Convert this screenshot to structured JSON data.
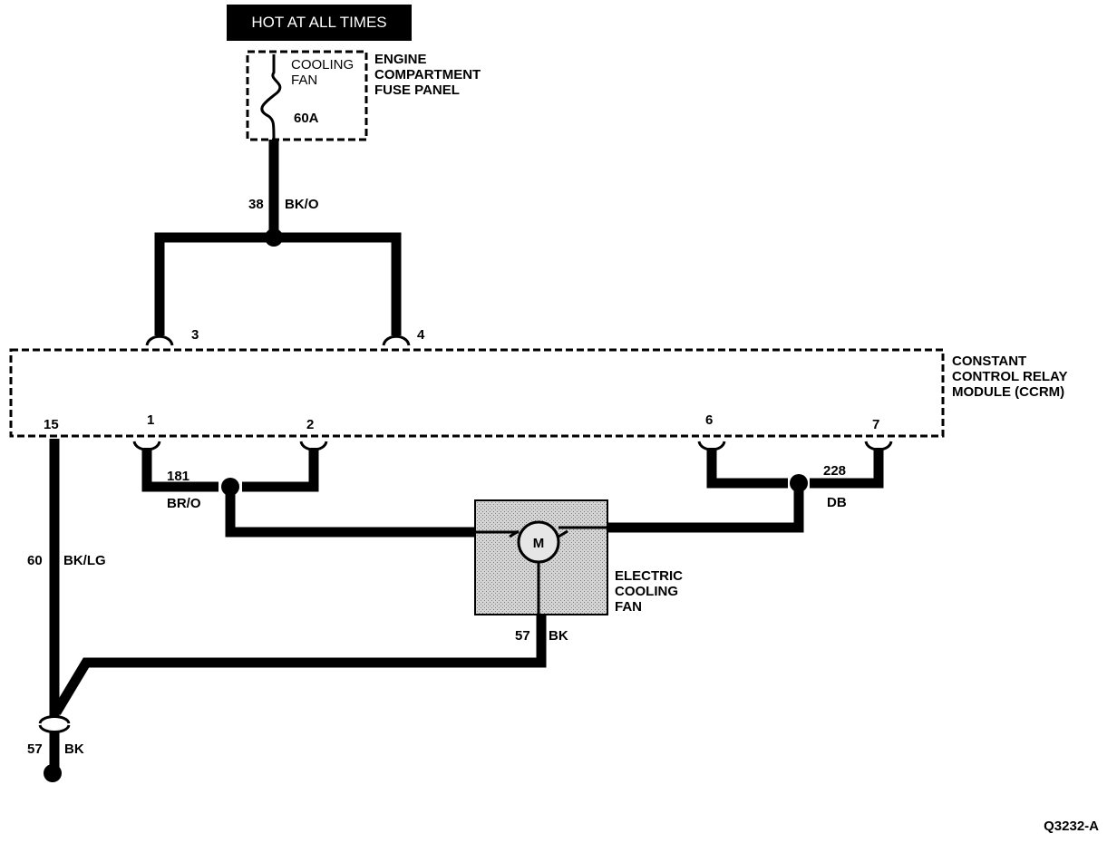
{
  "header": {
    "label": "HOT AT ALL TIMES"
  },
  "fuse_panel": {
    "fuse_name_line1": "COOLING",
    "fuse_name_line2": "FAN",
    "fuse_rating": "60A",
    "title_line1": "ENGINE",
    "title_line2": "COMPARTMENT",
    "title_line3": "FUSE PANEL"
  },
  "wires": {
    "w38": {
      "circuit": "38",
      "color": "BK/O"
    },
    "w181": {
      "circuit": "181",
      "color": "BR/O"
    },
    "w228": {
      "circuit": "228",
      "color": "DB"
    },
    "w60": {
      "circuit": "60",
      "color": "BK/LG"
    },
    "w57_fan": {
      "circuit": "57",
      "color": "BK"
    },
    "w57_ground": {
      "circuit": "57",
      "color": "BK"
    }
  },
  "module": {
    "title_line1": "CONSTANT",
    "title_line2": "CONTROL RELAY",
    "title_line3": "MODULE (CCRM)",
    "pins": {
      "p3": "3",
      "p4": "4",
      "p15": "15",
      "p1": "1",
      "p2": "2",
      "p6": "6",
      "p7": "7"
    }
  },
  "fan": {
    "motor_symbol": "M",
    "title_line1": "ELECTRIC",
    "title_line2": "COOLING",
    "title_line3": "FAN"
  },
  "figure_id": "Q3232-A"
}
